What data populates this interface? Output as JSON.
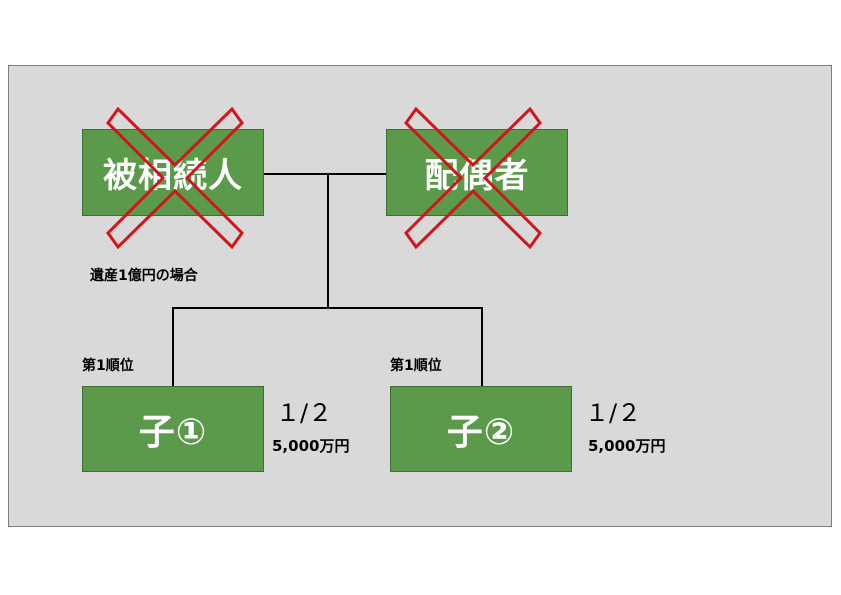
{
  "deceased": {
    "label": "被相続人"
  },
  "spouse": {
    "label": "配偶者"
  },
  "case_note": "遺産1億円の場合",
  "children": [
    {
      "label": "子①",
      "rank": "第1順位",
      "share": "１/２",
      "amount": "5,000万円"
    },
    {
      "label": "子②",
      "rank": "第1順位",
      "share": "１/２",
      "amount": "5,000万円"
    }
  ],
  "colors": {
    "box_fill": "#5b9a4a",
    "cross": "#d0161b",
    "panel": "#d9d9d9",
    "line": "#000000"
  }
}
